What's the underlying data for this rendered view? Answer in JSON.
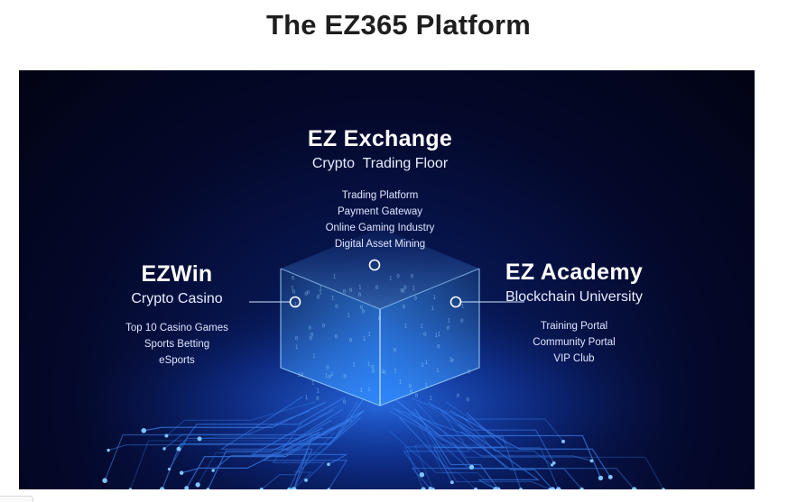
{
  "page": {
    "title": "The EZ365 Platform"
  },
  "colors": {
    "accent": "#3f8cff",
    "glow": "#7fc4ff",
    "background": "#04082a"
  },
  "exchange": {
    "title": "EZ Exchange",
    "subtitle": "Crypto  Trading Floor",
    "items": [
      "Trading Platform",
      "Payment Gateway",
      "Online Gaming Industry",
      "Digital Asset Mining"
    ]
  },
  "ezwin": {
    "title": "EZWin",
    "subtitle": "Crypto Casino",
    "items": [
      "Top 10 Casino Games",
      "Sports Betting",
      "eSports"
    ]
  },
  "academy": {
    "title": "EZ Academy",
    "subtitle": "Blockchain University",
    "items": [
      "Training Portal",
      "Community Portal",
      "VIP Club"
    ]
  }
}
